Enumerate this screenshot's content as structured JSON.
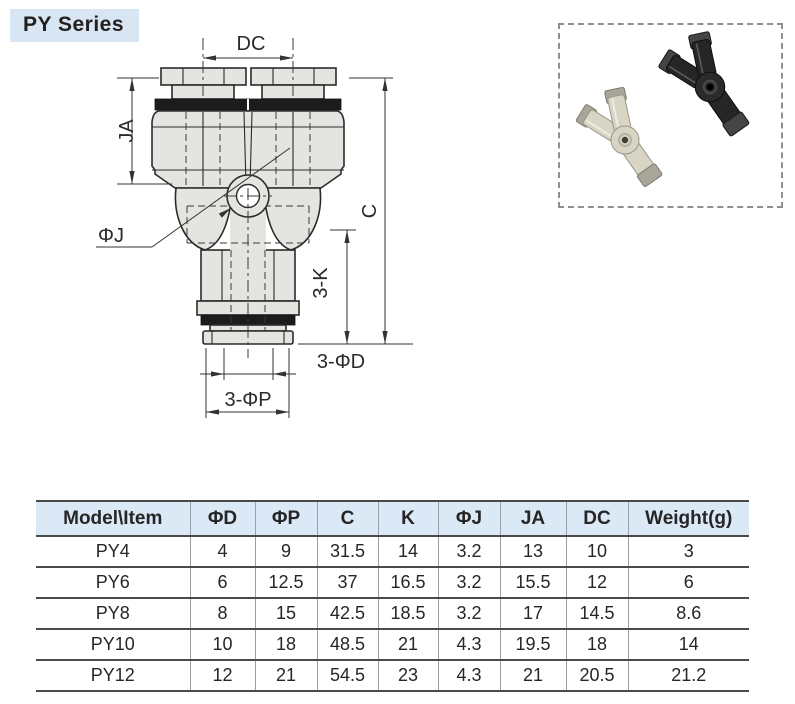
{
  "page": {
    "title": "PY Series"
  },
  "diagram": {
    "labels": {
      "dc": "DC",
      "ja": "JA",
      "c": "C",
      "phi_j": "ΦJ",
      "three_k": "3-K",
      "three_phi_d": "3-ΦD",
      "three_phi_p": "3-ΦP"
    }
  },
  "colors": {
    "header_bg": "#dbe8f6",
    "title_bg": "#d8e5f3",
    "table_line_dark": "#4a4a4a",
    "table_line_gray": "#9aa0a6",
    "fitting_fill": "#e4e4e0"
  },
  "table": {
    "headers": [
      "Model\\Item",
      "ΦD",
      "ΦP",
      "C",
      "K",
      "ΦJ",
      "JA",
      "DC",
      "Weight(g)"
    ],
    "rows": [
      {
        "model": "PY4",
        "cells": [
          "4",
          "9",
          "31.5",
          "14",
          "3.2",
          "13",
          "10",
          "3"
        ]
      },
      {
        "model": "PY6",
        "cells": [
          "6",
          "12.5",
          "37",
          "16.5",
          "3.2",
          "15.5",
          "12",
          "6"
        ]
      },
      {
        "model": "PY8",
        "cells": [
          "8",
          "15",
          "42.5",
          "18.5",
          "3.2",
          "17",
          "14.5",
          "8.6"
        ]
      },
      {
        "model": "PY10",
        "cells": [
          "10",
          "18",
          "48.5",
          "21",
          "4.3",
          "19.5",
          "18",
          "14"
        ]
      },
      {
        "model": "PY12",
        "cells": [
          "12",
          "21",
          "54.5",
          "23",
          "4.3",
          "21",
          "20.5",
          "21.2"
        ]
      }
    ]
  }
}
